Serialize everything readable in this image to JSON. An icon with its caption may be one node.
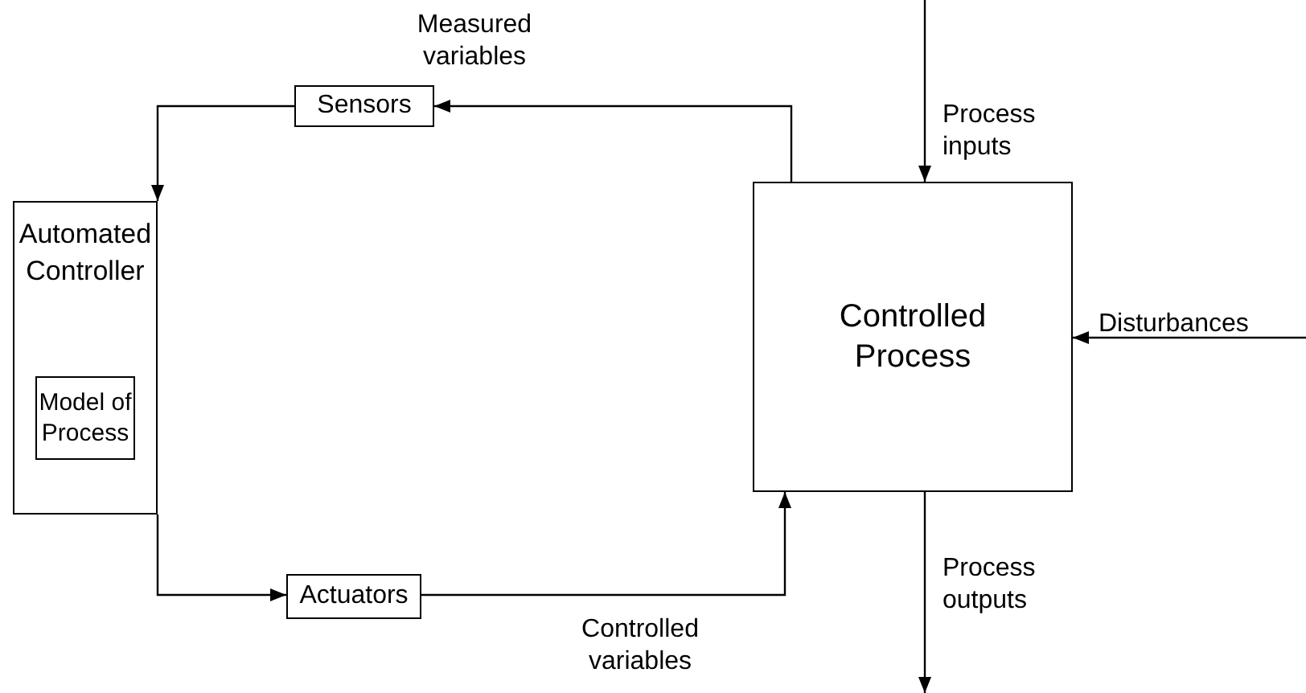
{
  "diagram": {
    "nodes": [
      {
        "text": [
          "Sensors"
        ]
      },
      {
        "text": [
          "Automated Controller"
        ]
      },
      {
        "text": [
          "Model of Process"
        ],
        "in": 1
      },
      {
        "text": [
          "Controlled Process"
        ]
      },
      {
        "text": [
          "Actuators"
        ]
      }
    ],
    "edges": [
      {
        "from": 3,
        "to": 0,
        "arrow": "to",
        "label": "Measured variables"
      },
      {
        "from": 0,
        "to": 1,
        "arrow": "to"
      },
      {
        "from": 1,
        "to": 4,
        "arrow": "to"
      },
      {
        "from": 4,
        "to": 3,
        "arrow": "to",
        "label": "Controlled variables"
      },
      {
        "from": null,
        "to": 3,
        "arrow": "to",
        "label": "Process inputs"
      },
      {
        "from": null,
        "to": 3,
        "arrow": "to",
        "label": "Disturbances"
      },
      {
        "from": 3,
        "to": null,
        "arrow": "to",
        "label": "Process outputs"
      }
    ]
  }
}
